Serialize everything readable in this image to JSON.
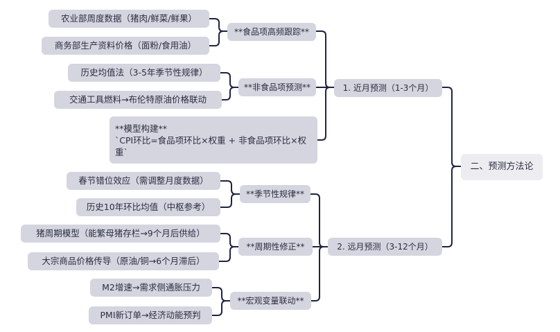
{
  "root": {
    "label": "二、预测方法论"
  },
  "branches": [
    {
      "label": "1. 近月预测（1-3个月）",
      "groups": [
        {
          "label": "**食品项高频跟踪**",
          "items": [
            "农业部周度数据（猪肉/鲜菜/鲜果）",
            "商务部生产资料价格（面粉/食用油）"
          ]
        },
        {
          "label": "**非食品项预测**",
          "items": [
            "历史均值法（3-5年季节性规律）",
            "交通工具燃料→布伦特原油价格联动"
          ]
        }
      ],
      "model": {
        "lines": [
          "**模型构建**",
          "`CPI环比=食品项环比×权重 + 非食品项环比×权",
          "重`"
        ]
      }
    },
    {
      "label": "2. 远月预测（3-12个月）",
      "groups": [
        {
          "label": "**季节性规律**",
          "items": [
            "春节错位效应（需调整月度数据）",
            "历史10年环比均值（中枢参考）"
          ]
        },
        {
          "label": "**周期性修正**",
          "items": [
            "猪周期模型（能繁母猪存栏→9个月后供给）",
            "大宗商品价格传导（原油/铜→6个月滞后）"
          ]
        },
        {
          "label": "**宏观变量联动**",
          "items": [
            "M2增速→需求侧通胀压力",
            "PMI新订单→经济动能预判"
          ]
        }
      ]
    }
  ]
}
